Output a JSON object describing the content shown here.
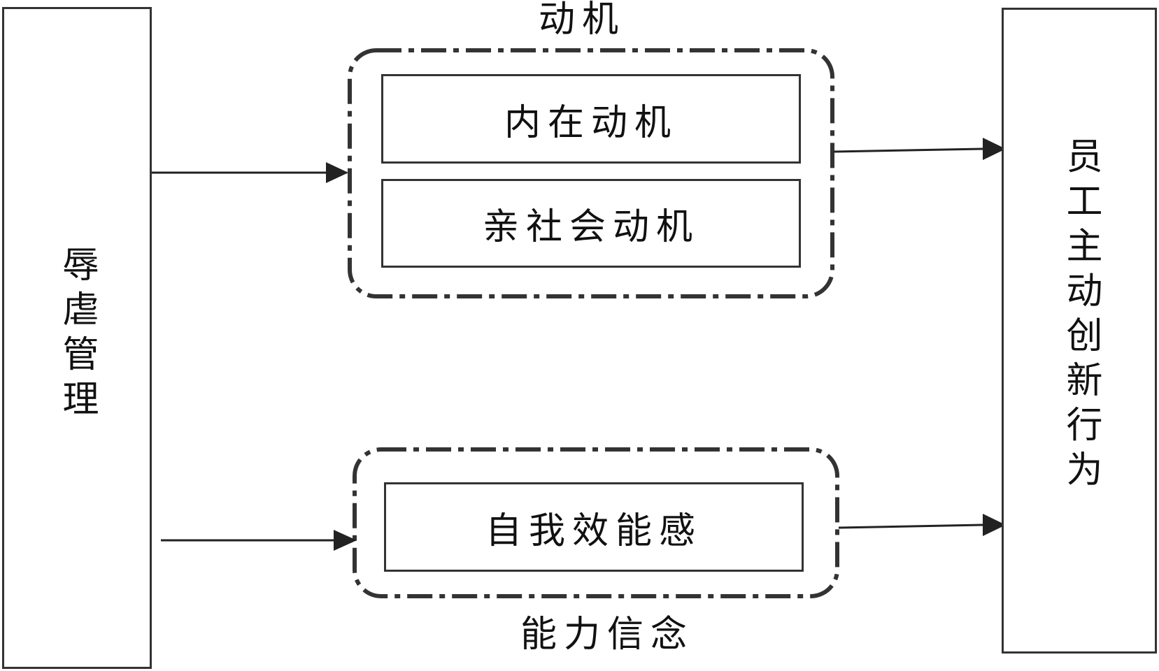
{
  "left_box": {
    "label": "辱虐管理"
  },
  "right_box": {
    "label": "员工主动创新行为"
  },
  "motivation_group": {
    "caption": "动机",
    "items": [
      "内在动机",
      "亲社会动机"
    ]
  },
  "ability_group": {
    "caption": "能力信念",
    "items": [
      "自我效能感"
    ]
  },
  "colors": {
    "stroke": "#333333",
    "text": "#111111",
    "background": "#ffffff"
  }
}
